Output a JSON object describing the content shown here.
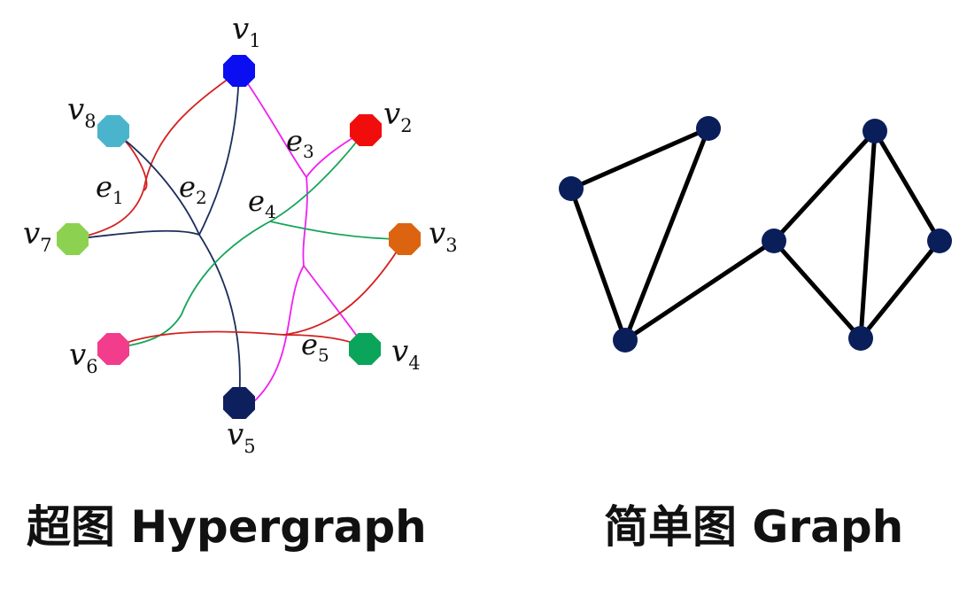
{
  "hypergraph": {
    "caption": "超图 Hypergraph",
    "vertices": [
      {
        "id": "v1",
        "label": "v",
        "sub": "1",
        "color": "#0a0ef0"
      },
      {
        "id": "v2",
        "label": "v",
        "sub": "2",
        "color": "#f20d0d"
      },
      {
        "id": "v3",
        "label": "v",
        "sub": "3",
        "color": "#dc6410"
      },
      {
        "id": "v4",
        "label": "v",
        "sub": "4",
        "color": "#0aa45a"
      },
      {
        "id": "v5",
        "label": "v",
        "sub": "5",
        "color": "#0d1f5c"
      },
      {
        "id": "v6",
        "label": "v",
        "sub": "6",
        "color": "#f23c8c"
      },
      {
        "id": "v7",
        "label": "v",
        "sub": "7",
        "color": "#8cd250"
      },
      {
        "id": "v8",
        "label": "v",
        "sub": "8",
        "color": "#4bb4cd"
      }
    ],
    "hyperedges": [
      {
        "id": "e1",
        "label": "e",
        "sub": "1",
        "color": "#d42020",
        "members": [
          "v1",
          "v7",
          "v8"
        ]
      },
      {
        "id": "e2",
        "label": "e",
        "sub": "2",
        "color": "#1c2e5c",
        "members": [
          "v1",
          "v5",
          "v7",
          "v8"
        ]
      },
      {
        "id": "e3",
        "label": "e",
        "sub": "3",
        "color": "#f020f0",
        "members": [
          "v1",
          "v2",
          "v4",
          "v5"
        ]
      },
      {
        "id": "e4",
        "label": "e",
        "sub": "4",
        "color": "#16a55a",
        "members": [
          "v2",
          "v3",
          "v6"
        ]
      },
      {
        "id": "e5",
        "label": "e",
        "sub": "5",
        "color": "#d42020",
        "members": [
          "v3",
          "v4",
          "v6"
        ]
      }
    ]
  },
  "graph": {
    "caption": "简单图 Graph",
    "node_color": "#0a1f5a",
    "edge_color": "#000000",
    "nodes": [
      "a",
      "b",
      "c",
      "d",
      "e",
      "f",
      "g"
    ],
    "edges": [
      [
        "a",
        "b"
      ],
      [
        "a",
        "c"
      ],
      [
        "b",
        "c"
      ],
      [
        "c",
        "d"
      ],
      [
        "d",
        "e"
      ],
      [
        "d",
        "g"
      ],
      [
        "e",
        "f"
      ],
      [
        "e",
        "g"
      ],
      [
        "f",
        "g"
      ]
    ]
  }
}
